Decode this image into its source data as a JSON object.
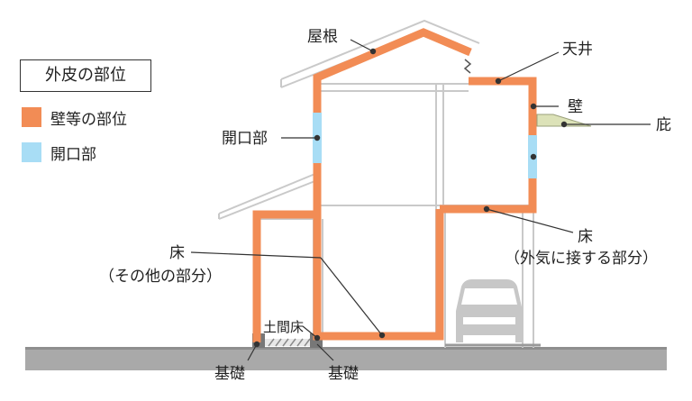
{
  "legend": {
    "title": "外皮の部位",
    "items": [
      {
        "label": "壁等の部位",
        "color": "#F28C55"
      },
      {
        "label": "開口部",
        "color": "#A8DDF5"
      }
    ]
  },
  "labels": {
    "roof": "屋根",
    "ceiling": "天井",
    "wall": "壁",
    "eave": "庇",
    "opening": "開口部",
    "floor_outside_line1": "床",
    "floor_outside_line2": "（外気に接する部分）",
    "floor_other_line1": "床",
    "floor_other_line2": "（その他の部分）",
    "dirt_floor": "土間床",
    "foundation_left": "基礎",
    "foundation_right": "基礎"
  },
  "colors": {
    "envelope": "#F28C55",
    "opening": "#A8DDF5",
    "structure": "#C9C9C9",
    "ground": "#A8A8A8",
    "eave": "#DCE2B8",
    "leader": "#333333"
  }
}
